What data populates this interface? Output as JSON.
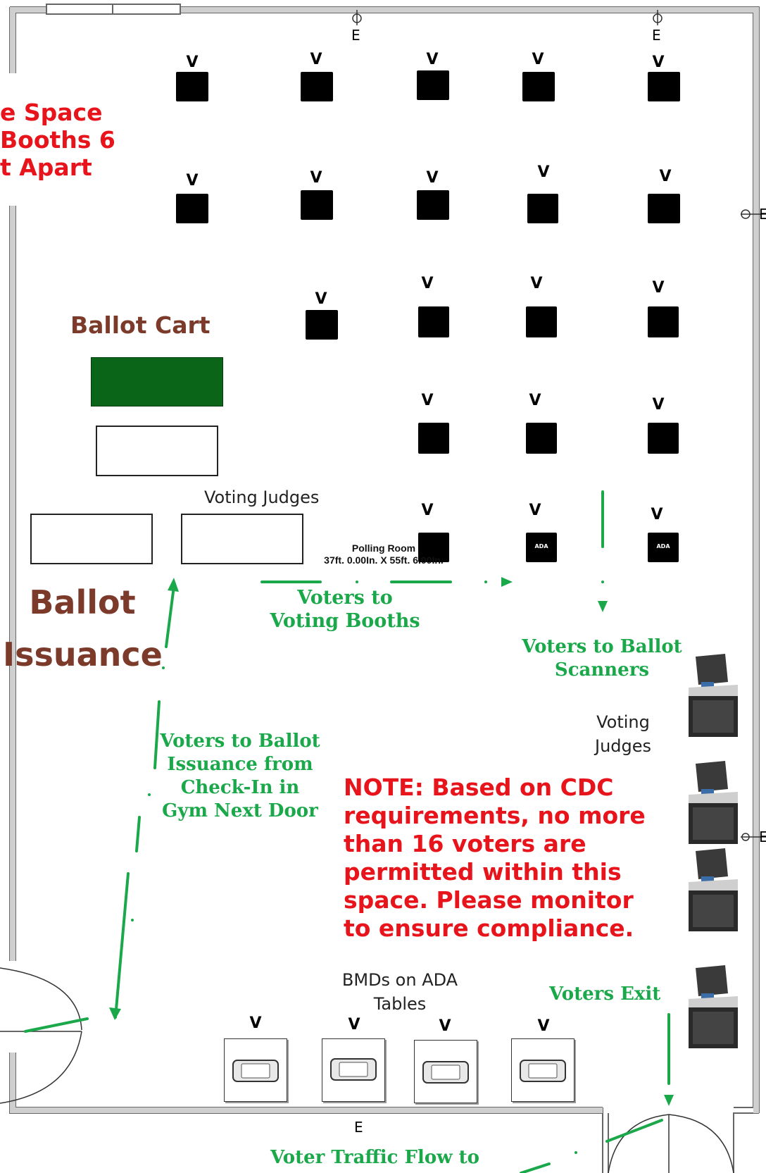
{
  "labels": {
    "spacing_note": [
      "e Space",
      " Booths 6",
      "t Apart"
    ],
    "ballot_cart": "Ballot Cart",
    "voting_judges_top": "Voting Judges",
    "polling_room": "Polling Room",
    "room_dims": "37ft. 0.00In. X 55ft. 6.00In.",
    "voters_to_booths": [
      "Voters to",
      "Voting Booths"
    ],
    "ballot_issuance": [
      "Ballot",
      "Issuance"
    ],
    "voters_to_scanners": [
      "Voters to Ballot",
      "Scanners"
    ],
    "voting_judges_right": [
      "Voting",
      "Judges"
    ],
    "voters_to_issuance": [
      "Voters to Ballot",
      "Issuance from",
      "Check-In in",
      "Gym Next Door"
    ],
    "cdc_note": [
      "NOTE: Based on CDC",
      "requirements, no more",
      "than 16 voters are",
      "permitted within this",
      "space. Please monitor",
      "to ensure compliance."
    ],
    "bmds": [
      "BMDs on ADA",
      "Tables"
    ],
    "voters_exit": "Voters Exit",
    "traffic_flow": "Voter Traffic Flow to",
    "v": "V",
    "ada": "ADA",
    "e": "E"
  },
  "colors": {
    "wall": "#8a8a8a",
    "green_arrow": "#1aa84a",
    "ballot_cart": "#0b6518",
    "red_text": "#e8141c",
    "brown_text": "#7b3a2a"
  }
}
